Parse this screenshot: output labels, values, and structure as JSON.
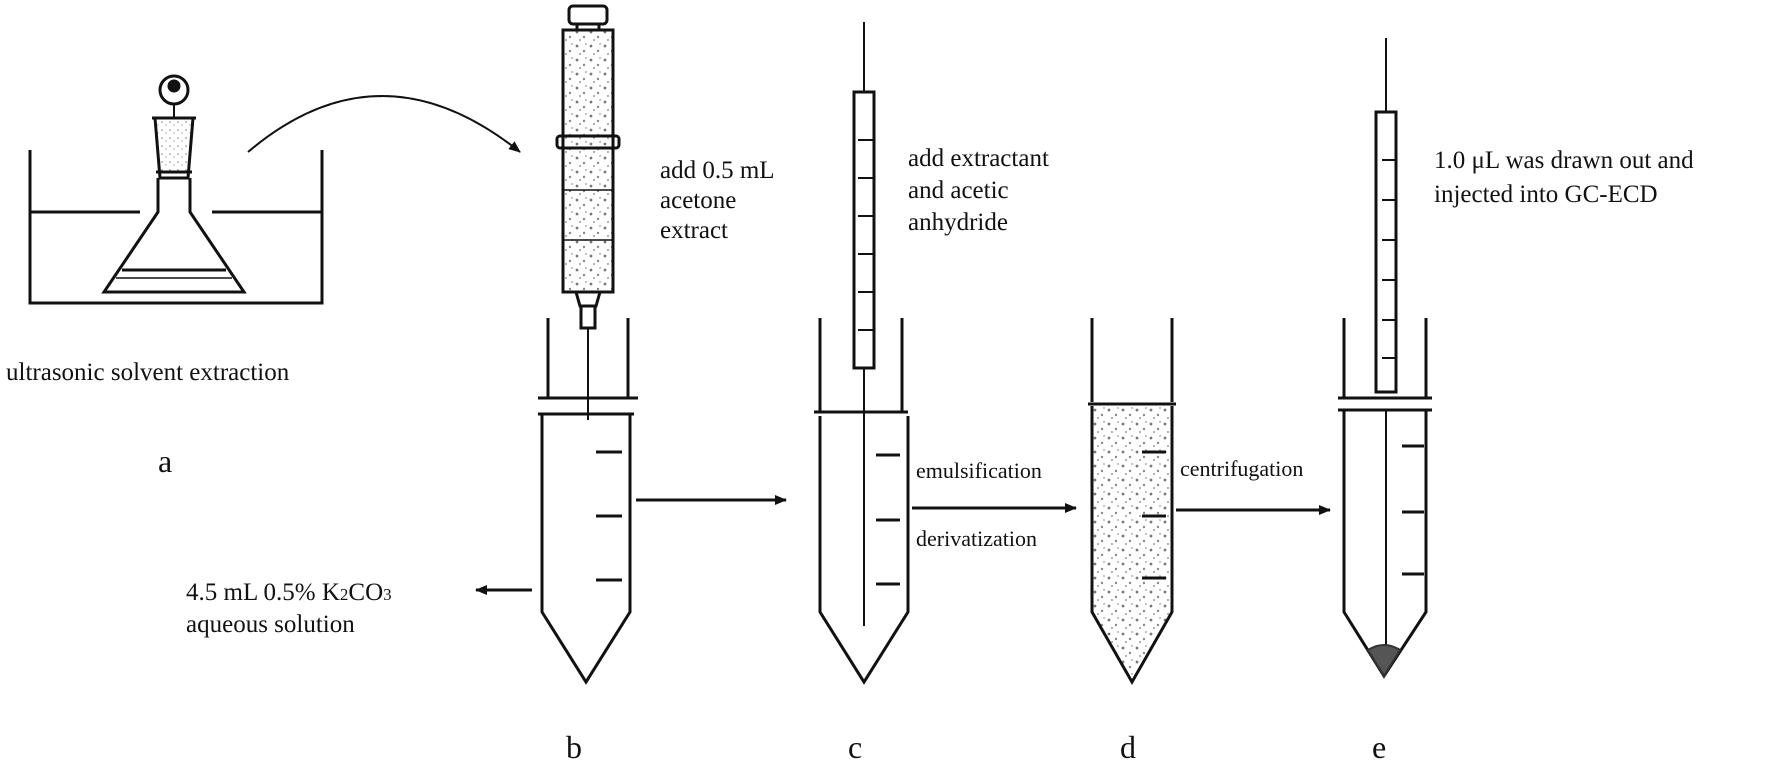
{
  "panels": {
    "a": {
      "letter": "a",
      "caption": "ultrasonic solvent extraction"
    },
    "b": {
      "letter": "b",
      "note_lines": [
        "add 0.5 mL",
        "acetone",
        "extract"
      ],
      "side_note_line1_pre": "4.5 mL 0.5% K",
      "side_note_sub": "2",
      "side_note_line1_post": "CO",
      "side_note_sub2": "3",
      "side_note_line2": "aqueous solution"
    },
    "c": {
      "letter": "c",
      "note_lines": [
        "add extractant",
        "and acetic",
        "anhydride"
      ]
    },
    "d": {
      "letter": "d"
    },
    "e": {
      "letter": "e",
      "note_lines": [
        "1.0 μL was drawn out and",
        "injected into GC-ECD"
      ]
    }
  },
  "arrows": {
    "c_to_d_top": "emulsification",
    "c_to_d_bottom": "derivatization",
    "d_to_e": "centrifugation"
  }
}
